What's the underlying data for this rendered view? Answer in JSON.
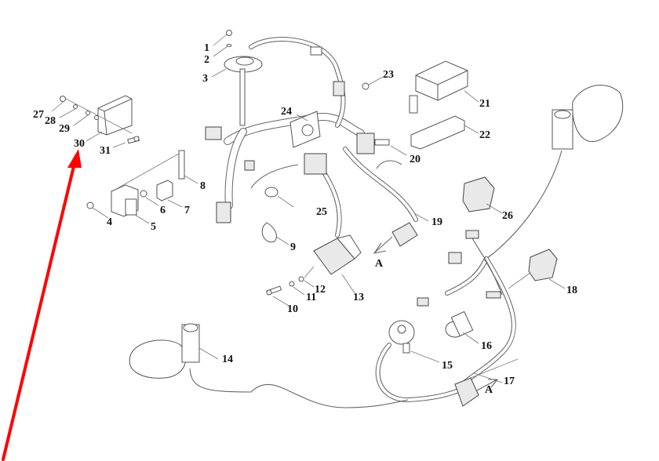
{
  "diagram": {
    "type": "exploded parts diagram",
    "subject": "electrical wiring harness assembly",
    "callouts": [
      {
        "id": "1",
        "label": "1"
      },
      {
        "id": "2",
        "label": "2"
      },
      {
        "id": "3",
        "label": "3"
      },
      {
        "id": "4",
        "label": "4"
      },
      {
        "id": "5",
        "label": "5"
      },
      {
        "id": "6",
        "label": "6"
      },
      {
        "id": "7",
        "label": "7"
      },
      {
        "id": "8",
        "label": "8"
      },
      {
        "id": "9",
        "label": "9"
      },
      {
        "id": "10",
        "label": "10"
      },
      {
        "id": "11",
        "label": "11"
      },
      {
        "id": "12",
        "label": "12"
      },
      {
        "id": "13",
        "label": "13"
      },
      {
        "id": "14",
        "label": "14"
      },
      {
        "id": "15",
        "label": "15"
      },
      {
        "id": "16",
        "label": "16"
      },
      {
        "id": "17",
        "label": "17"
      },
      {
        "id": "18",
        "label": "18"
      },
      {
        "id": "19",
        "label": "19"
      },
      {
        "id": "20",
        "label": "20"
      },
      {
        "id": "21",
        "label": "21"
      },
      {
        "id": "22",
        "label": "22"
      },
      {
        "id": "23",
        "label": "23"
      },
      {
        "id": "24",
        "label": "24"
      },
      {
        "id": "25",
        "label": "25"
      },
      {
        "id": "26",
        "label": "26"
      },
      {
        "id": "27",
        "label": "27"
      },
      {
        "id": "28",
        "label": "28"
      },
      {
        "id": "29",
        "label": "29"
      },
      {
        "id": "30",
        "label": "30"
      },
      {
        "id": "31",
        "label": "31"
      }
    ],
    "connection_markers": [
      {
        "id": "A-upper",
        "label": "A"
      },
      {
        "id": "A-lower",
        "label": "A"
      }
    ],
    "highlight": {
      "target_callout": "30",
      "color": "#ff0000",
      "shape": "arrow"
    }
  }
}
